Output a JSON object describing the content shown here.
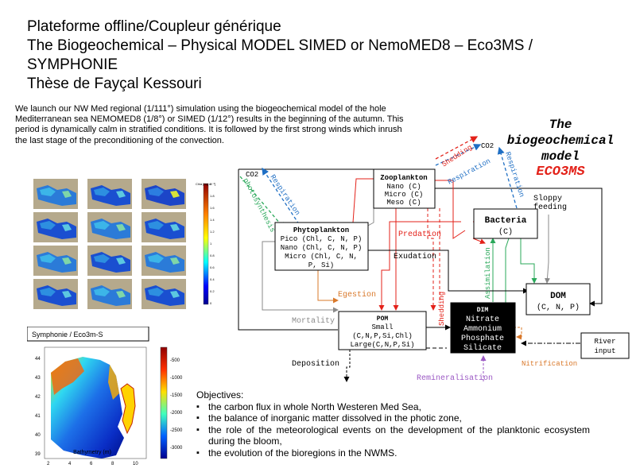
{
  "title": {
    "line1": "Plateforme offline/Coupleur générique",
    "line2": "The Biogeochemical – Physical MODEL SIMED or NemoMED8 – Eco3MS /",
    "line3": "SYMPHONIE",
    "line4": "Thèse de Fayçal Kessouri"
  },
  "intro": {
    "text": "We launch our NW Med regional (1/111°) simulation using the biogeochemical model of the hole Mediterranean sea NEMOMED8 (1/8°) or SIMED (1/12°) results in the beginning of the autumn. This period is dynamically calm in stratified conditions. It is followed by the first strong winds which inrush the last stage of the preconditioning of the convection."
  },
  "maps_panel": {
    "colorbar_unit": "Chla [mg m⁻³]",
    "colorbar_ticks": [
      "2",
      "1.8",
      "1.6",
      "1.4",
      "1.2",
      "1",
      "0.8",
      "0.6",
      "0.4",
      "0.2",
      "0"
    ]
  },
  "bathymetry_panel": {
    "label": "Symphonie / Eco3m-S",
    "xlabel": "Bathymetry (m)",
    "yticks": [
      "44",
      "43",
      "42",
      "41",
      "40",
      "39"
    ],
    "xticks": [
      "2",
      "4",
      "6",
      "8",
      "10"
    ],
    "colorbar_ticks": [
      "-500",
      "-1000",
      "-1500",
      "-2000",
      "-2500",
      "-3000"
    ]
  },
  "eco_title": {
    "line1": "The",
    "line2": "biogeochemical",
    "line3": "model",
    "line4": "ECO3MS"
  },
  "diagram": {
    "zooplankton": {
      "title": "Zooplankton",
      "lines": [
        "Nano (C)",
        "Micro (C)",
        "Meso (C)"
      ]
    },
    "phytoplankton": {
      "title": "Phytoplankton",
      "lines": [
        "Pico (Chl, C, N, P)",
        "Nano (Chl, C, N, P)",
        "Micro (Chl, C, N,",
        "P, Si)"
      ]
    },
    "bacteria": {
      "title": "Bacteria",
      "lines": [
        "(C)"
      ]
    },
    "dom": {
      "title": "DOM",
      "lines": [
        "(C, N, P)"
      ]
    },
    "pom": {
      "title": "POM",
      "lines": [
        "Small",
        "(C,N,P,Si,Chl)",
        "Large(C,N,P,Si)"
      ]
    },
    "dim": {
      "title": "DIM",
      "lines": [
        "Nitrate",
        "Ammonium",
        "Phosphate",
        "Silicate"
      ]
    },
    "river": {
      "lines": [
        "River",
        "input"
      ]
    },
    "labels": {
      "co2_left": "CO2",
      "co2_right": "CO2",
      "photosynthesis": "photosynthesis",
      "respiration_left": "Respiration",
      "shedding_top": "Shedding",
      "respiration_mid": "Respiration",
      "respiration_right": "Respiration",
      "sloppy": "Sloppy",
      "feeding": "feeding",
      "predation": "Predation",
      "exudation": "Exudation",
      "egestion": "Egestion",
      "mortality": "Mortality",
      "shedding_vertical": "Shedding",
      "assimilation": "Assimilation",
      "deposition": "Deposition",
      "remineralisation": "Remineralisation",
      "nitrification": "Nitrification"
    }
  },
  "objectives": {
    "heading": "Objectives:",
    "items": [
      "the carbon flux in whole North Westeren Med Sea,",
      "the balance of inorganic matter dissolved in the photic zone,",
      "the role of the meteorological events on the development of the planktonic ecosystem during the bloom,",
      "the evolution of the bioregions in the NWMS."
    ]
  },
  "colors": {
    "red": "#e32119",
    "green": "#2aa85a",
    "blue": "#1f6fc4",
    "orange": "#d9782a",
    "purple": "#9b59c4",
    "gray": "#8a8a8a"
  }
}
